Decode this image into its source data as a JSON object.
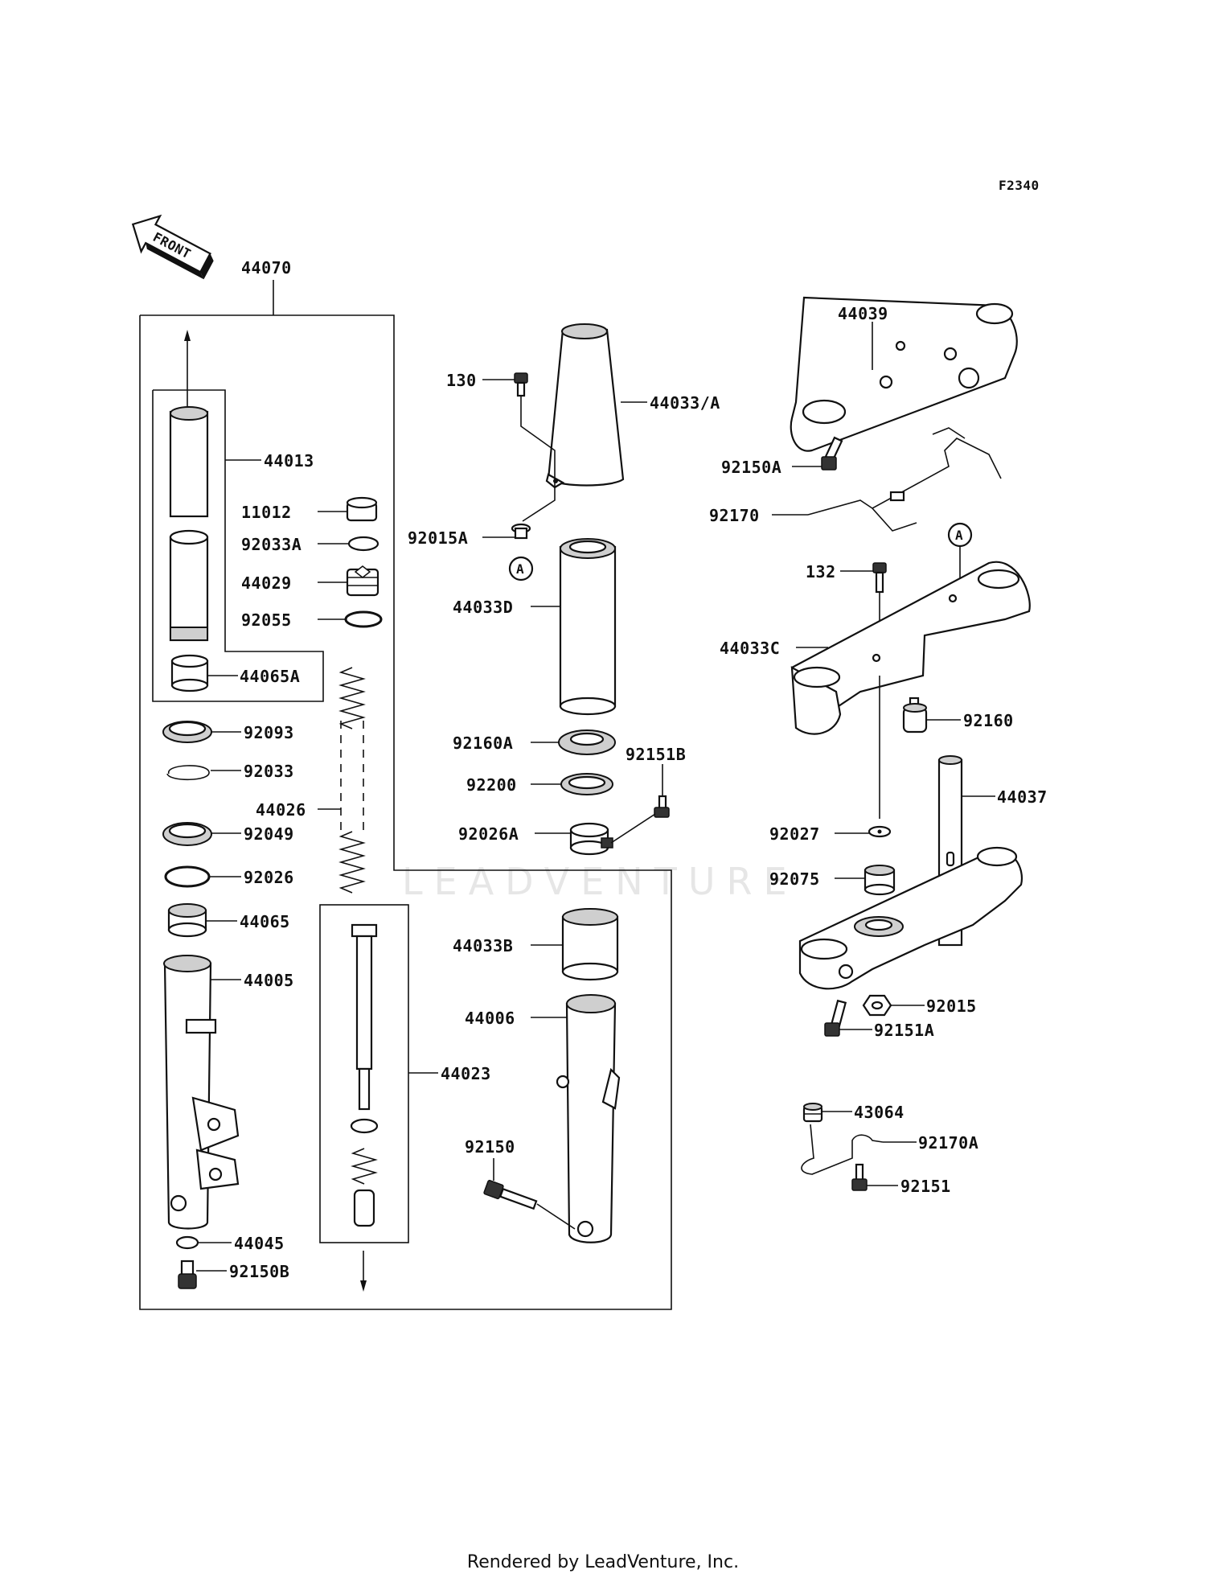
{
  "figure_code": "F2340",
  "front_label": "FRONT",
  "callout_marker": "A",
  "parts": {
    "p44070": "44070",
    "p44013": "44013",
    "p11012": "11012",
    "p92033A": "92033A",
    "p44029": "44029",
    "p92055": "92055",
    "p44065A": "44065A",
    "p92093": "92093",
    "p92033": "92033",
    "p44026": "44026",
    "p92049": "92049",
    "p92026": "92026",
    "p44065": "44065",
    "p44005": "44005",
    "p44045": "44045",
    "p92150B": "92150B",
    "p44023": "44023",
    "p130": "130",
    "p44033A": "44033/A",
    "p92015A": "92015A",
    "p44033D": "44033D",
    "p92160A": "92160A",
    "p92200": "92200",
    "p92151B": "92151B",
    "p92026A": "92026A",
    "p44033B": "44033B",
    "p44006": "44006",
    "p92150": "92150",
    "p44039": "44039",
    "p92150A": "92150A",
    "p92170": "92170",
    "p132": "132",
    "p44033C": "44033C",
    "p92160": "92160",
    "p44037": "44037",
    "p92027": "92027",
    "p92075": "92075",
    "p92015": "92015",
    "p92151A": "92151A",
    "p43064": "43064",
    "p92170A": "92170A",
    "p92151": "92151"
  },
  "watermark": "LEADVENTURE",
  "footer": "Rendered by LeadVenture, Inc."
}
